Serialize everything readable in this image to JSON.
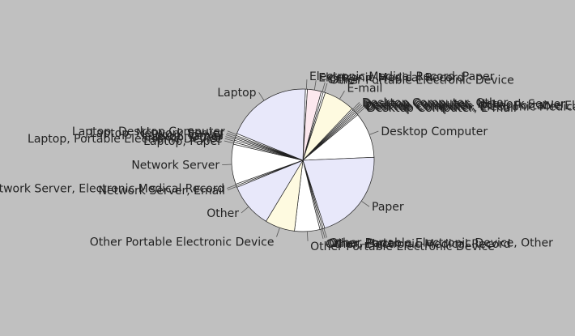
{
  "chart_data": {
    "type": "pie",
    "title": "",
    "colors": {
      "background": "#c0c0c0",
      "slice_white": "#ffffff",
      "slice_lavender": "#e8e8fa",
      "slice_cream": "#fefae0",
      "slice_pink": "#fce8ee",
      "outline": "#222222",
      "leader": "#555555"
    },
    "slices": [
      {
        "label": "Electronic Medical Record, Paper",
        "value": 0.5,
        "color": "slice_white"
      },
      {
        "label": "Electronic Medical Record",
        "value": 3.4,
        "color": "slice_pink"
      },
      {
        "label": "Other",
        "value": 0.5,
        "color": "slice_white"
      },
      {
        "label": "Other Portable Electronic Device",
        "value": 0.5,
        "color": "slice_white"
      },
      {
        "label": "E-mail",
        "value": 7.6,
        "color": "slice_cream"
      },
      {
        "label": "Desktop Computer, Other",
        "value": 0.4,
        "color": "slice_white"
      },
      {
        "label": "Desktop Computer, Network Server",
        "value": 0.4,
        "color": "slice_white"
      },
      {
        "label": "Desktop Computer, Other Portable Electronic Device",
        "value": 0.4,
        "color": "slice_white"
      },
      {
        "label": "Desktop Computer, Electronic Medical Record",
        "value": 0.4,
        "color": "slice_white"
      },
      {
        "label": "Desktop Computer, E-mail",
        "value": 0.4,
        "color": "slice_white"
      },
      {
        "label": "Desktop Computer",
        "value": 11.2,
        "color": "slice_white"
      },
      {
        "label": "Paper",
        "value": 22.4,
        "color": "slice_lavender"
      },
      {
        "label": "Other Portable Electronic Device, Other",
        "value": 0.4,
        "color": "slice_white"
      },
      {
        "label": "Other, Paper",
        "value": 0.4,
        "color": "slice_white"
      },
      {
        "label": "Other, Electronic Medical Record",
        "value": 0.4,
        "color": "slice_white"
      },
      {
        "label": "Other Portable Electronic Device",
        "value": 6.2,
        "color": "slice_white"
      },
      {
        "label": "Other Portable Electronic Device",
        "value": 7.3,
        "color": "slice_cream"
      },
      {
        "label": "Other",
        "value": 11.0,
        "color": "slice_lavender"
      },
      {
        "label": "Network Server, Email",
        "value": 0.4,
        "color": "slice_white"
      },
      {
        "label": "Network Server, Electronic Medical Record",
        "value": 0.4,
        "color": "slice_white"
      },
      {
        "label": "Network Server",
        "value": 9.8,
        "color": "slice_white"
      },
      {
        "label": "Laptop, Paper",
        "value": 0.5,
        "color": "slice_white"
      },
      {
        "label": "Laptop, Portable Electronic Device",
        "value": 0.5,
        "color": "slice_white"
      },
      {
        "label": "Laptop, Other",
        "value": 0.4,
        "color": "slice_white"
      },
      {
        "label": "Laptop, E-mail",
        "value": 0.4,
        "color": "slice_white"
      },
      {
        "label": "Laptop, Network Server",
        "value": 0.4,
        "color": "slice_white"
      },
      {
        "label": "Laptop, Desktop Computer",
        "value": 0.5,
        "color": "slice_white"
      },
      {
        "label": "Laptop",
        "value": 21.0,
        "color": "slice_lavender"
      }
    ]
  }
}
